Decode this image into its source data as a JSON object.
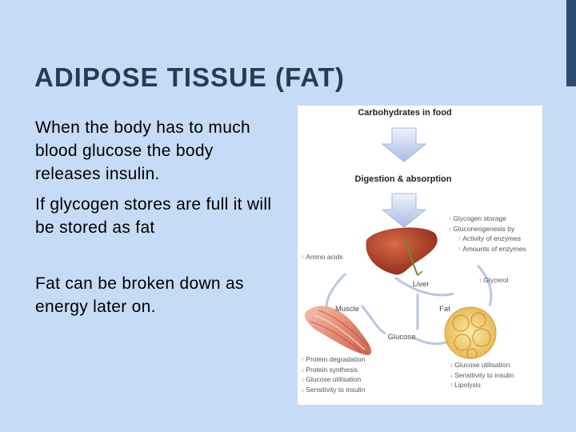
{
  "slide": {
    "title": "ADIPOSE TISSUE (FAT)",
    "paragraphs": [
      "When the body has to much blood glucose the body releases insulin.",
      "If glycogen stores are full it will be stored as fat",
      "Fat can be broken down as energy later on."
    ]
  },
  "figure": {
    "header": "Carbohydrates in food",
    "digestion": "Digestion & absorption",
    "liver_label": "Liver",
    "muscle_label": "Muscle",
    "fat_label": "Fat",
    "glucose_label": "Glucose",
    "amino_acids": "Amino acids",
    "glycerol": "Glycerol",
    "liver_effects": [
      "Glycogen storage",
      "Gluconeogenesis by",
      "Activity of enzymes",
      "Amounts of enzymes"
    ],
    "muscle_effects": [
      "Protein degradation",
      "Protein synthesis",
      "Glucose utilisation",
      "Sensitivity to insulin"
    ],
    "fat_effects": [
      "Glucose utilisation",
      "Sensitivity to insulin",
      "Lipolysis"
    ]
  },
  "colors": {
    "background": "#c6dbf5",
    "title": "#2a3a55",
    "accent_bar": "#2c4a6e",
    "arrow_fill": "#c8d6f0",
    "indicator_arrow": "#c77d14"
  },
  "icons": {
    "up": "up-arrow-icon",
    "down": "down-arrow-icon"
  }
}
